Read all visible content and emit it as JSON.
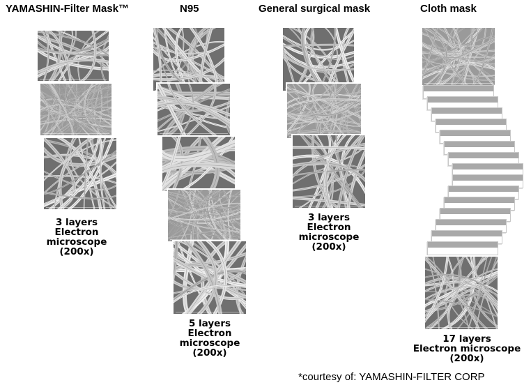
{
  "columns": [
    {
      "title": "YAMASHIN-Filter  Mask™",
      "caption": [
        "3 layers",
        "Electron",
        "microscope",
        "(200x)"
      ]
    },
    {
      "title": "N95",
      "caption": [
        "5 layers",
        "Electron",
        "microscope",
        "(200x)"
      ]
    },
    {
      "title": "General  surgical  mask",
      "caption": [
        "3 layers",
        "Electron",
        "microscope",
        "(200x)"
      ]
    },
    {
      "title": "Cloth mask",
      "caption": [
        "17 layers",
        "Electron microscope",
        "(200x)"
      ]
    }
  ],
  "credit": "*courtesy of: YAMASHIN-FILTER CORP",
  "colors": {
    "background": "#ffffff",
    "micrograph": "#7b7b7b",
    "fiber": "#d9d9d9"
  }
}
